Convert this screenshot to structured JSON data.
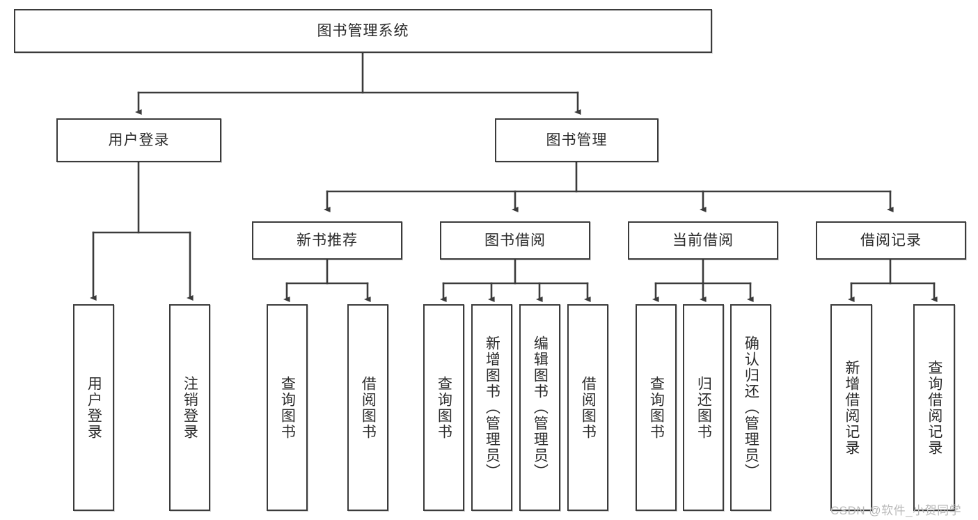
{
  "diagram": {
    "title": "图书管理系统",
    "type": "tree-hierarchy",
    "root": {
      "label": "图书管理系统"
    },
    "level1": [
      {
        "label": "用户登录"
      },
      {
        "label": "图书管理"
      }
    ],
    "level2": [
      {
        "label": "新书推荐"
      },
      {
        "label": "图书借阅"
      },
      {
        "label": "当前借阅"
      },
      {
        "label": "借阅记录"
      }
    ],
    "leaves": {
      "user_login": [
        {
          "label": "用户登录"
        },
        {
          "label": "注销登录"
        }
      ],
      "new_book_recommend": [
        {
          "label": "查询图书"
        },
        {
          "label": "借阅图书"
        }
      ],
      "book_borrow": [
        {
          "label": "查询图书"
        },
        {
          "label": "新增图书（管理员）"
        },
        {
          "label": "编辑图书（管理员）"
        },
        {
          "label": "借阅图书"
        }
      ],
      "current_borrow": [
        {
          "label": "查询图书"
        },
        {
          "label": "归还图书"
        },
        {
          "label": "确认归还（管理员）"
        }
      ],
      "borrow_record": [
        {
          "label": "新增借阅记录"
        },
        {
          "label": "查询借阅记录"
        }
      ]
    }
  },
  "watermark": {
    "text": "CSDN @软件_小贺同学"
  },
  "colors": {
    "stroke": "#3b3b3b",
    "box_fill": "#ffffff",
    "text": "#2b2b2b",
    "watermark": "#b9b9b9",
    "background": "#ffffff"
  }
}
